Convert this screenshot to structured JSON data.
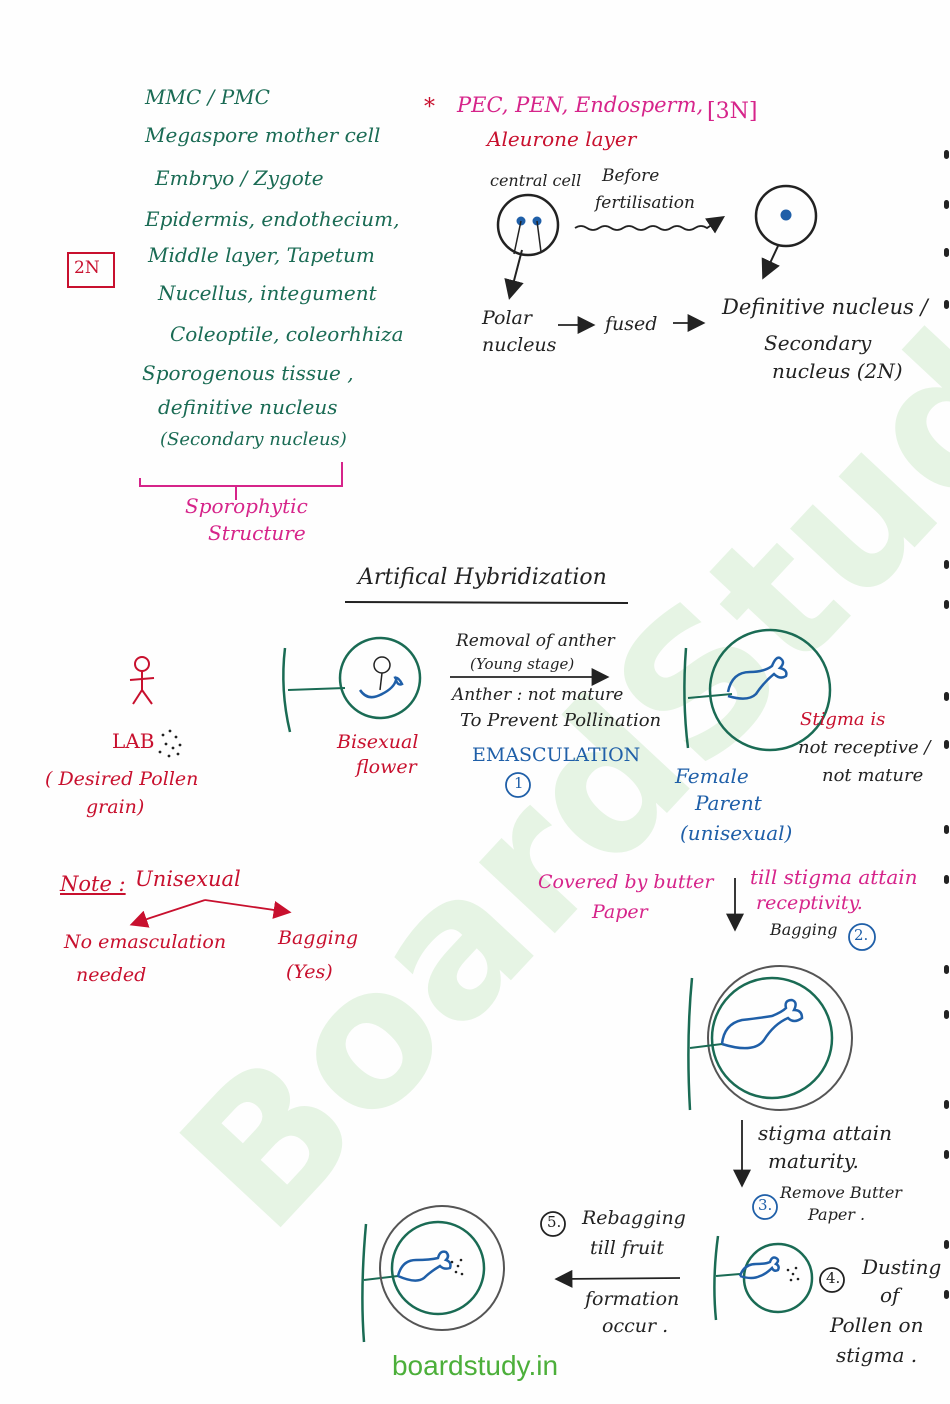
{
  "watermark": "BoardStudy",
  "footer": "boardstudy.in",
  "diploid_list": {
    "items": [
      "MMC / PMC",
      "Megaspore mother cell",
      "Embryo / Zygote",
      "Epidermis, endothecium,",
      "Middle layer, Tapetum",
      "Nucellus, integument",
      "Coleoptile, coleorhhiza",
      "Sporogenous tissue ,",
      "definitive nucleus",
      "(Secondary nucleus)"
    ],
    "tag": "2N",
    "bracket_caption": [
      "Sporophytic",
      "Structure"
    ]
  },
  "triploid_note": {
    "star": "*",
    "line1": "PEC, PEN, Endosperm,",
    "line2": "Aleurone layer",
    "tag": "[3N]"
  },
  "central_cell": {
    "label": "central cell",
    "arrow_label": [
      "Before",
      "fertilisation"
    ],
    "polar": [
      "Polar",
      "nucleus"
    ],
    "fused": "fused",
    "definitive": [
      "Definitive nucleus /",
      "Secondary",
      "nucleus (2N)"
    ]
  },
  "hybridization": {
    "title": "Artifical Hybridization",
    "lab": "LAB",
    "desired_pollen": [
      "( Desired Pollen",
      "grain)"
    ],
    "bisexual": [
      "Bisexual",
      "flower"
    ],
    "removal": [
      "Removal of anther",
      "(Young stage)"
    ],
    "anther_note": [
      "Anther : not mature",
      "To Prevent Pollination"
    ],
    "emasculation": "EMASCULATION",
    "step1": "1",
    "female_parent": [
      "Female",
      "Parent",
      "(unisexual)"
    ],
    "stigma_not_receptive": [
      "Stigma is",
      "not receptive /",
      "not mature"
    ],
    "note_label": "Note :",
    "note_unisexual": "Unisexual",
    "no_emasculation": [
      "No emasculation",
      "needed"
    ],
    "bagging_yes": [
      "Bagging",
      "(Yes)"
    ],
    "covered": [
      "Covered by butter",
      "Paper"
    ],
    "till_stigma": [
      "till stigma attain",
      "receptivity."
    ],
    "bagging": "Bagging",
    "step2": "2.",
    "stigma_attain": [
      "stigma attain",
      "maturity."
    ],
    "step3": "3.",
    "remove_butter": [
      "Remove Butter",
      "Paper ."
    ],
    "step4": "4.",
    "dusting": [
      "Dusting",
      "of",
      "Pollen on",
      "stigma ."
    ],
    "step5": "5.",
    "rebagging": [
      "Rebagging",
      "till fruit"
    ],
    "formation": [
      "formation",
      "occur ."
    ]
  }
}
